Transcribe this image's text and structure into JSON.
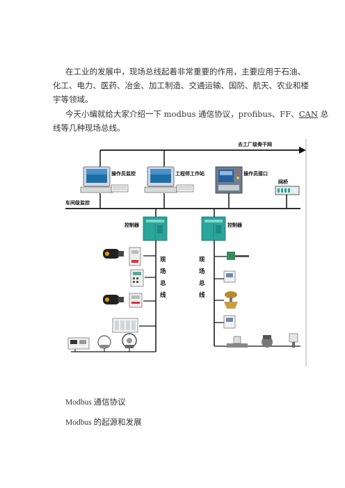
{
  "paragraphs": {
    "p1_line1": "在工业的发展中，现场总线起着非常重要的作用，主要应用于石油、",
    "p1_line2": "化工、电力、医药、冶金、加工制造、交通运输、国防、航天、农业和楼",
    "p1_line3": "宇等领域。",
    "p2_line1_a": "今天小编就给大家介绍一下 modbus 通信协议，profibus、FF、",
    "p2_line1_b": "CAN",
    "p2_line1_c": " 总",
    "p2_line2": "线等几种现场总线。"
  },
  "diagram": {
    "top_arrow_label": "去工厂级骨干网",
    "operator_monitor_label": "操作员监控",
    "engineer_station_label": "工程师工作站",
    "operator_interface_label": "操作员接口",
    "gateway_label": "网桥",
    "workshop_monitor_label": "车间级监控",
    "controller_left_label": "控制器",
    "controller_right_label": "控制器",
    "fieldbus_left": [
      "现",
      "场",
      "总",
      "线"
    ],
    "fieldbus_right": [
      "现",
      "场",
      "总",
      "线"
    ]
  },
  "headings": {
    "h1": "Modbus 通信协议",
    "h2": "Modbus 的起源和发展"
  },
  "colors": {
    "text": "#333333",
    "line": "#111111",
    "controller": "#2aa59a",
    "monitor": "#1d6fa8",
    "panel": "#2a5f9e"
  }
}
